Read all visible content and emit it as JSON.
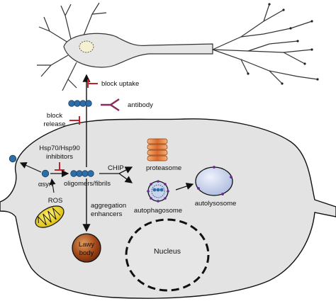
{
  "labels": {
    "block_uptake": "block uptake",
    "antibody": "antibody",
    "block_release_line1": "block",
    "block_release_line2": "release",
    "hsp_line1": "Hsp70/Hsp90",
    "hsp_line2": "inhibitors",
    "chip": "CHIP",
    "proteasome": "proteasome",
    "alpha_syn": "αsyn",
    "oligomers": "oligomers/fibrils",
    "ros": "ROS",
    "aggregation_line1": "aggregation",
    "aggregation_line2": "enhancers",
    "autophagosome": "autophagosome",
    "autolysosome": "autolysosome",
    "lawy_line1": "Lawy",
    "lawy_line2": "body",
    "nucleus": "Nucleus"
  },
  "colors": {
    "cell_fill": "#e3e3e3",
    "protein_blue": "#2e6ea6",
    "inhibitor_red": "#c8202a",
    "antibody_purple": "#8c2a5c",
    "proteasome_orange": "#e07a3a",
    "lysosome_blue": "#c9d4ee",
    "lawy_body_brown": "#8a3a12",
    "mitochondria_yellow": "#e8cf1a",
    "autophagosome_dots": "#6a2a8a"
  }
}
